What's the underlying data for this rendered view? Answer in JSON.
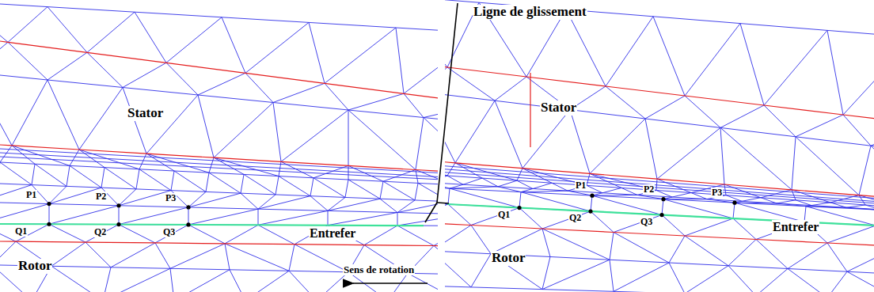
{
  "diagram": {
    "labels": [
      "Ligne de glissement",
      "Stator",
      "Stator",
      "P1",
      "P2",
      "P3",
      "P1",
      "P2",
      "P3",
      "Q1",
      "Q2",
      "Q3",
      "Q1",
      "Q2",
      "Q3",
      "Entrefer",
      "Entrefer",
      "Rotor",
      "Rotor",
      "Sens de rotation"
    ]
  }
}
